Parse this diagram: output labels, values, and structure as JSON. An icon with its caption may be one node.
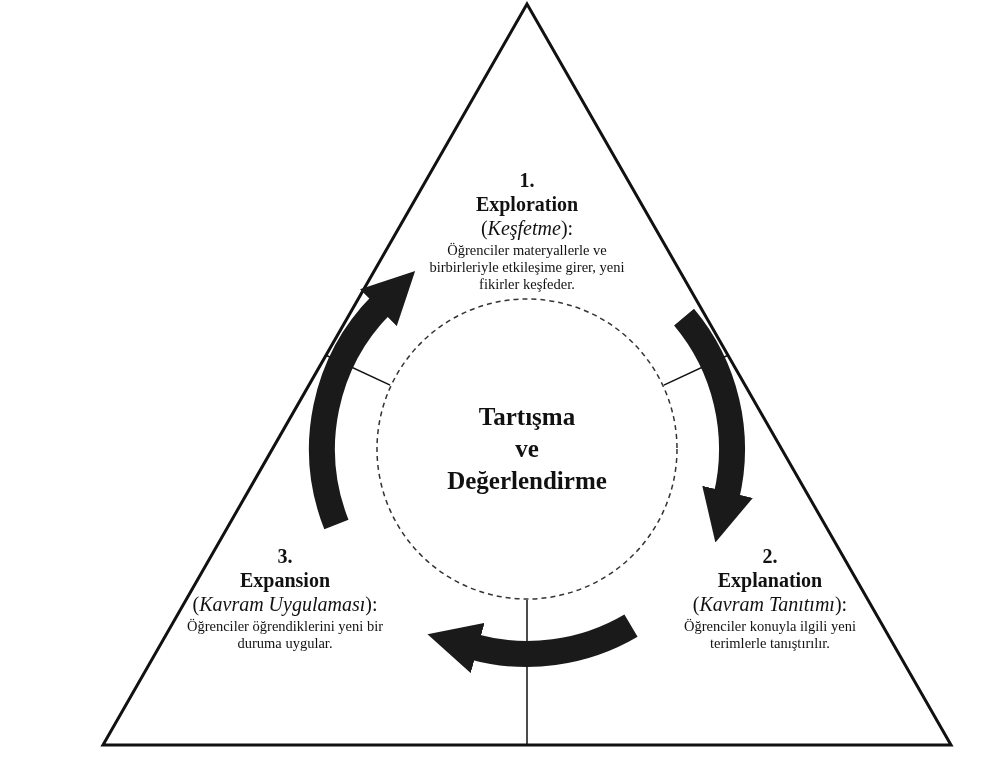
{
  "diagram": {
    "nodes": [
      {
        "text": [],
        "shape": "triangle"
      },
      {
        "text": [
          "1.",
          "Exploration",
          "(*Keşfetme*):",
          "Öğrenciler materyallerle ve birbirleriyle etkileşime girer, yeni fikirler keşfeder."
        ],
        "in": 0
      },
      {
        "text": [
          "2.",
          "Explanation",
          "(*Kavram Tanıtımı*):",
          "Öğrenciler konuyla ilgili yeni terimlerle tanıştırılır."
        ],
        "in": 0
      },
      {
        "text": [
          "3.",
          "Expansion",
          "(*Kavram Uygulaması*):",
          "Öğrenciler öğrendiklerini yeni bir duruma uygular."
        ],
        "in": 0
      },
      {
        "text": [
          "Tartışma ve Değerlendirme"
        ],
        "in": 0
      }
    ],
    "edges": [
      {
        "from": 1,
        "to": 2,
        "arrow": "to"
      },
      {
        "from": 2,
        "to": 3,
        "arrow": "to"
      },
      {
        "from": 3,
        "to": 1,
        "arrow": "to"
      }
    ]
  }
}
